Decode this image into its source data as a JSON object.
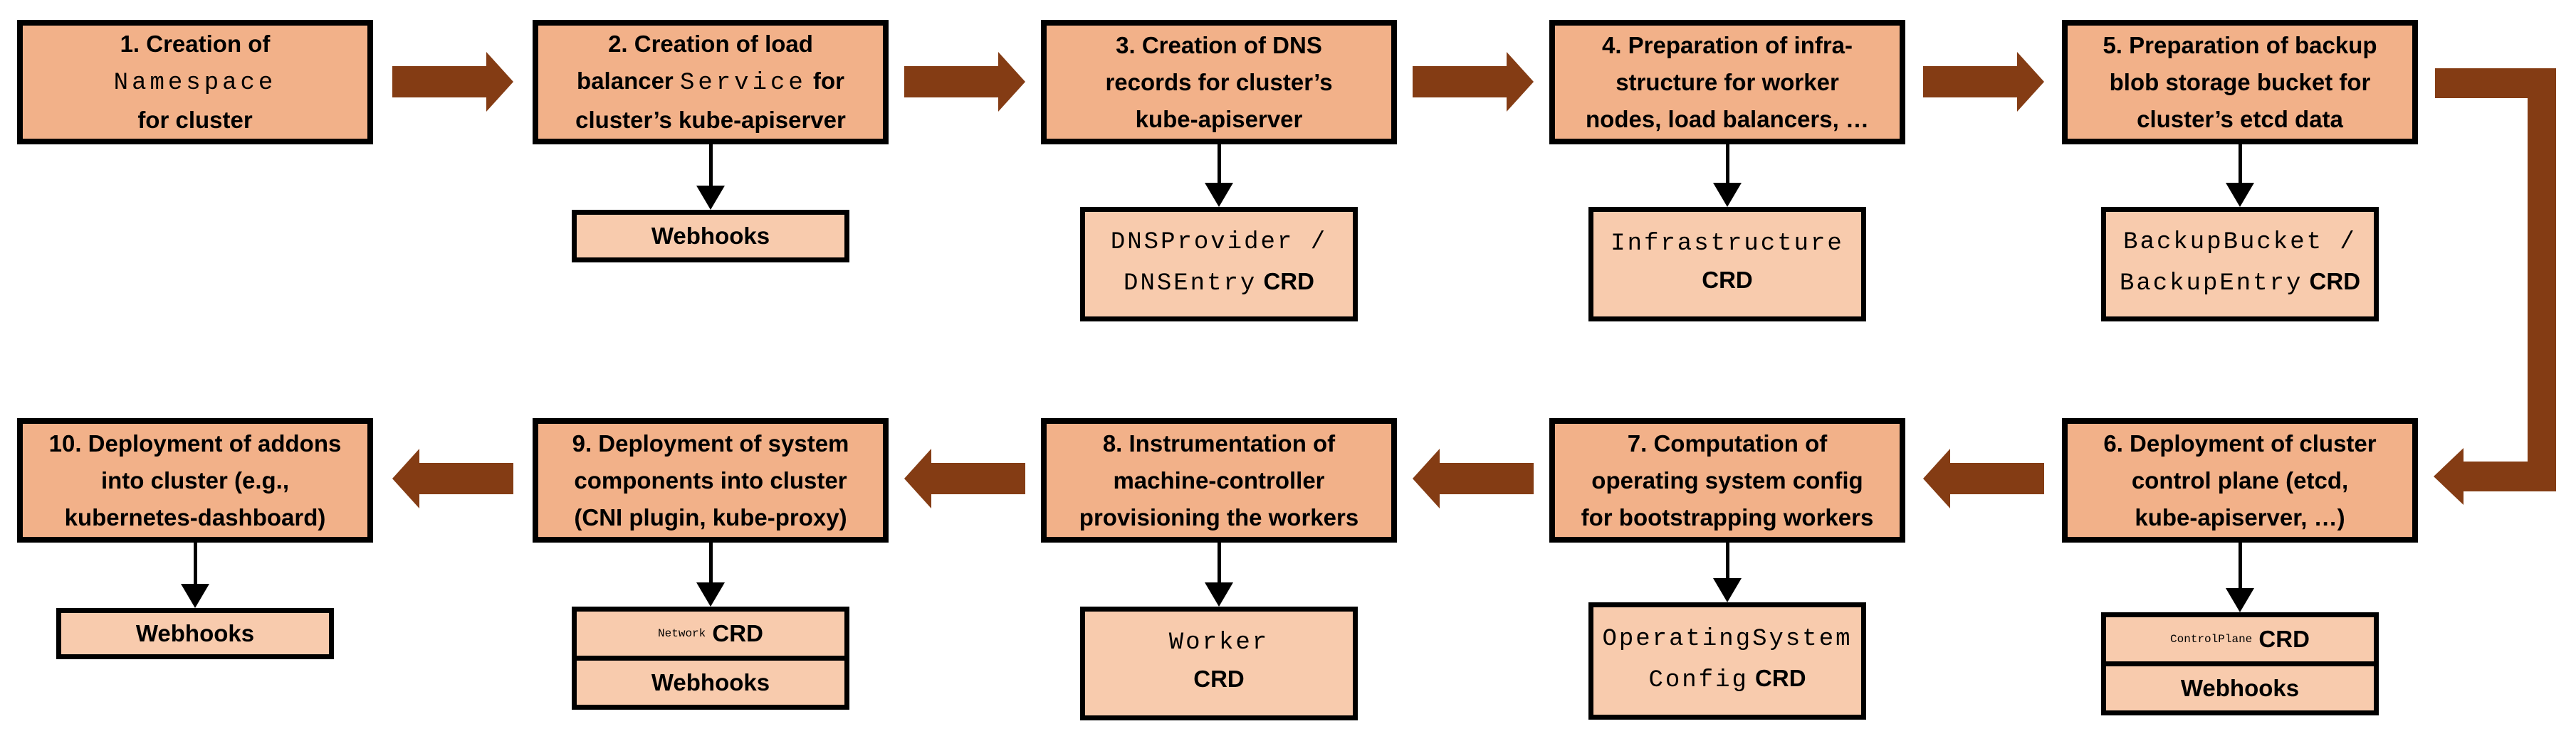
{
  "title": "Cluster creation flow diagram",
  "colors": {
    "box-fill": "#F2B189",
    "sub-fill": "#F8CBAD",
    "arrow": "#843C14",
    "ink": "#000000"
  },
  "steps": {
    "s1": {
      "line1": "1. Creation of",
      "line2code": "Namespace",
      "line3": "for cluster"
    },
    "s2": {
      "line1": "2. Creation of load",
      "line2a": "balancer ",
      "line2code": "Service",
      "line2c": " for",
      "line3": "cluster’s kube-apiserver"
    },
    "s3": {
      "line1": "3. Creation of DNS",
      "line2": "records for cluster’s",
      "line3": "kube-apiserver"
    },
    "s4": {
      "line1": "4. Preparation of infra-",
      "line2": "structure for worker",
      "line3": "nodes, load balancers, …"
    },
    "s5": {
      "line1": "5. Preparation of backup",
      "line2": "blob storage bucket for",
      "line3": "cluster’s etcd data"
    },
    "s6": {
      "line1": "6. Deployment of cluster",
      "line2": "control plane (etcd,",
      "line3": "kube-apiserver, …)"
    },
    "s7": {
      "line1": "7. Computation of",
      "line2": "operating system config",
      "line3": "for bootstrapping workers"
    },
    "s8": {
      "line1": "8. Instrumentation of",
      "line2": "machine-controller",
      "line3": "provisioning the workers"
    },
    "s9": {
      "line1": "9. Deployment of system",
      "line2": "components into cluster",
      "line3": "(CNI plugin, kube-proxy)"
    },
    "s10": {
      "line1": "10. Deployment of addons",
      "line2": "into cluster (e.g.,",
      "line3": "kubernetes-dashboard)"
    }
  },
  "resources": {
    "r2": {
      "label": "Webhooks"
    },
    "r3": {
      "line1": "DNSProvider /",
      "line2code": "DNSEntry",
      "line2crd": " CRD"
    },
    "r4": {
      "line1": "Infrastructure",
      "crd": "CRD"
    },
    "r5": {
      "line1": "BackupBucket /",
      "line2code": "BackupEntry",
      "line2crd": " CRD"
    },
    "r6": {
      "row1code": "ControlPlane",
      "row1crd": " CRD",
      "row2": "Webhooks"
    },
    "r7": {
      "line1": "OperatingSystem",
      "line2code": "Config",
      "line2crd": " CRD"
    },
    "r8": {
      "line1": "Worker",
      "crd": "CRD"
    },
    "r9": {
      "row1code": "Network",
      "row1crd": " CRD",
      "row2": "Webhooks"
    },
    "r10": {
      "label": "Webhooks"
    }
  }
}
